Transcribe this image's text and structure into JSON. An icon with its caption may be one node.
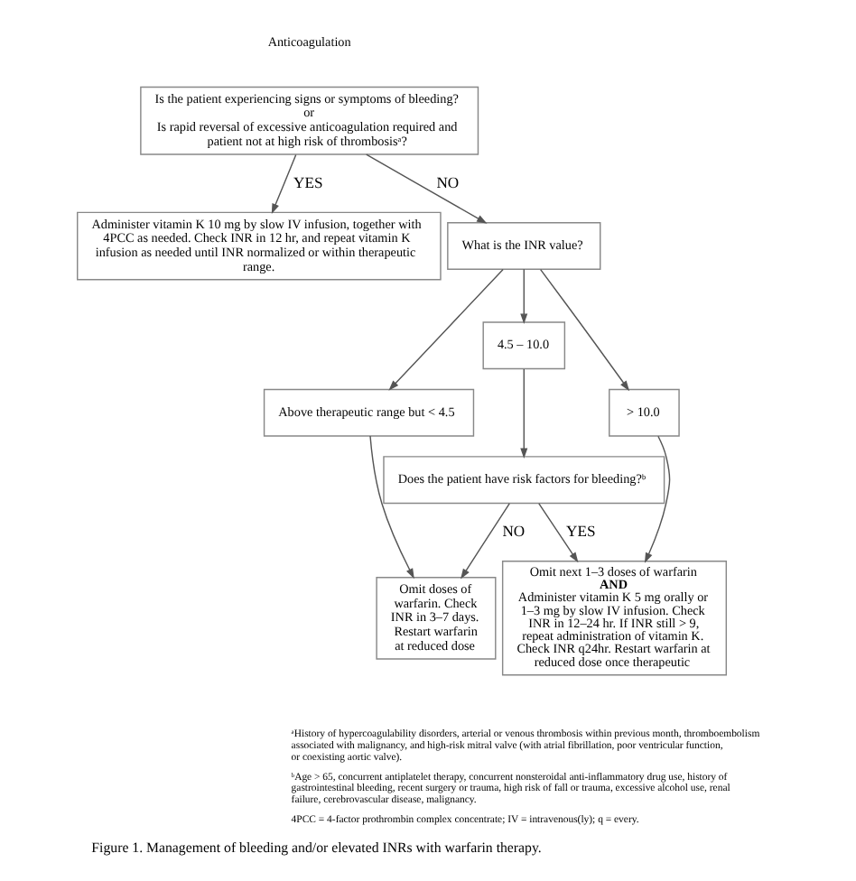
{
  "diagram": {
    "title": "Anticoagulation",
    "caption": "Figure 1. Management of bleeding and/or elevated INRs with warfarin therapy.",
    "nodes": [
      {
        "text": [
          "Is the patient experiencing signs or symptoms of bleeding?",
          "or",
          "Is rapid reversal of excessive anticoagulation required and patient not at high risk of thrombosisᵃ?"
        ]
      },
      {
        "text": [
          "Administer vitamin K 10 mg by slow IV infusion, together with 4PCC as needed. Check INR in 12 hr, and repeat vitamin K infusion as needed until INR normalized or within therapeutic range."
        ]
      },
      {
        "text": [
          "What is the INR value?"
        ]
      },
      {
        "text": [
          "Above therapeutic range but < 4.5"
        ]
      },
      {
        "text": [
          "4.5 – 10.0"
        ]
      },
      {
        "text": [
          "> 10.0"
        ]
      },
      {
        "text": [
          "Does the patient have risk factors for bleeding?ᵇ"
        ]
      },
      {
        "text": [
          "Omit doses of warfarin. Check INR in 3–7 days. Restart warfarin at reduced dose"
        ]
      },
      {
        "text": [
          "Omit next 1–3 doses of warfarin",
          "AND",
          "Administer vitamin K 5 mg orally or 1–3 mg by slow IV infusion. Check INR in 12–24 hr. If INR still > 9, repeat administration of vitamin K. Check INR q24hr. Restart warfarin at reduced dose once therapeutic"
        ]
      }
    ],
    "edges": [
      {
        "from": 0,
        "to": 1,
        "arrow": "to",
        "label": "YES"
      },
      {
        "from": 0,
        "to": 2,
        "arrow": "to",
        "label": "NO"
      },
      {
        "from": 2,
        "to": 3,
        "arrow": "to"
      },
      {
        "from": 2,
        "to": 4,
        "arrow": "to"
      },
      {
        "from": 2,
        "to": 5,
        "arrow": "to"
      },
      {
        "from": 3,
        "to": 7,
        "arrow": "to"
      },
      {
        "from": 4,
        "to": 6,
        "arrow": "to"
      },
      {
        "from": 5,
        "to": 8,
        "arrow": "to"
      },
      {
        "from": 6,
        "to": 7,
        "arrow": "to",
        "label": "NO"
      },
      {
        "from": 6,
        "to": 8,
        "arrow": "to",
        "label": "YES"
      }
    ],
    "labels": [
      "ᵃHistory of hypercoagulability disorders, arterial or venous thrombosis within previous month, thromboembolism associated with malignancy, and high-risk mitral valve (with atrial fibrillation, poor ventricular function, or coexisting aortic valve).",
      "ᵇAge > 65, concurrent antiplatelet therapy, concurrent nonsteroidal anti-inflammatory drug use, history of gastrointestinal bleeding, recent surgery or trauma, high risk of fall or trauma, excessive alcohol use, renal failure, cerebrovascular disease, malignancy.",
      "4PCC = 4-factor prothrombin complex concentrate; IV = intravenous(ly); q = every."
    ]
  }
}
